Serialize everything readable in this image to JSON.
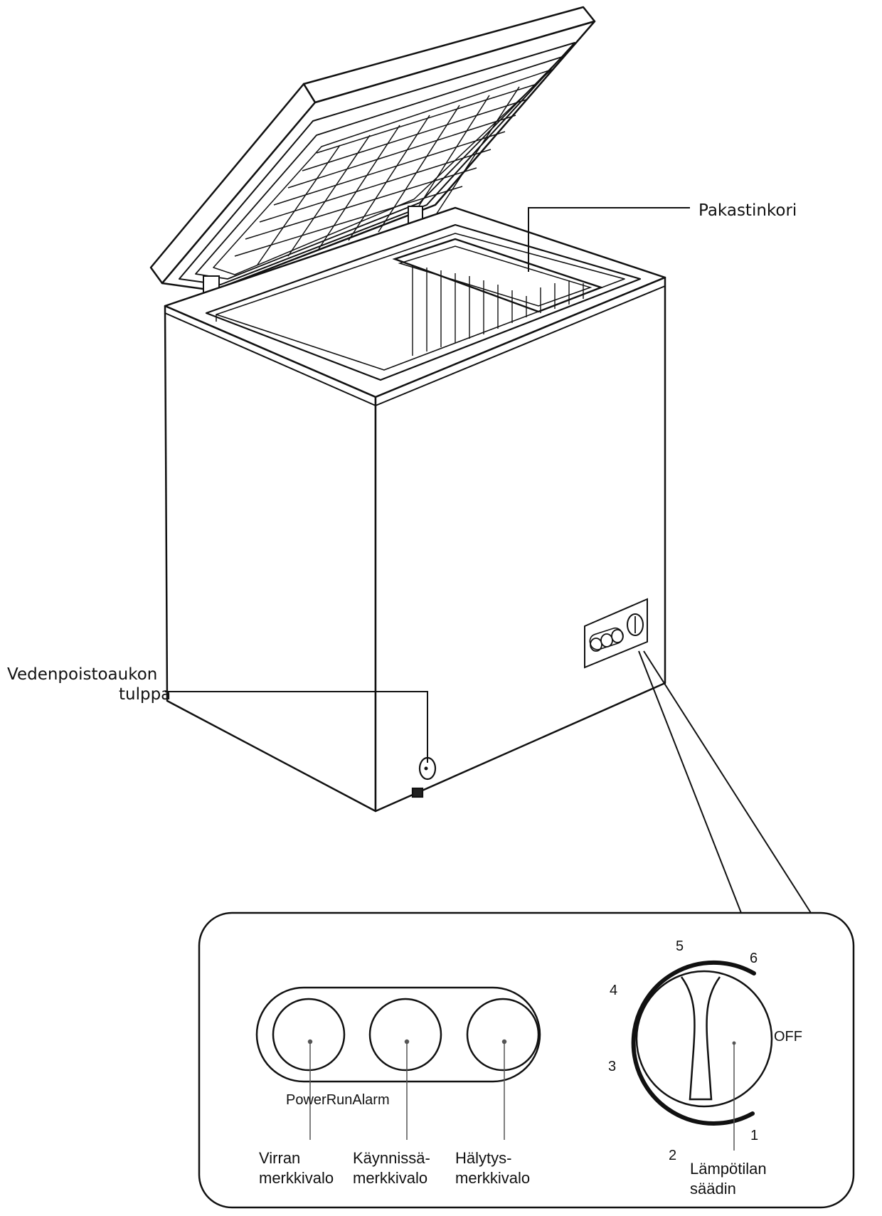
{
  "labels": {
    "basket": "Pakastinkori",
    "drain_line1": "Vedenpoistoaukon",
    "drain_line2": "tulppa",
    "lights_caption": "PowerRunAlarm",
    "power_line1": "Virran",
    "power_line2": "merkkivalo",
    "run_line1": "Käynnissä-",
    "run_line2": "merkkivalo",
    "alarm_line1": "Hälytys-",
    "alarm_line2": "merkkivalo",
    "thermostat_line1": "Lämpötilan",
    "thermostat_line2": "säädin"
  },
  "dial": {
    "settings": [
      "1",
      "2",
      "3",
      "4",
      "5",
      "6"
    ],
    "off": "OFF"
  },
  "colors": {
    "ink": "#111111",
    "paper": "#ffffff",
    "callout_gray": "#555555"
  }
}
